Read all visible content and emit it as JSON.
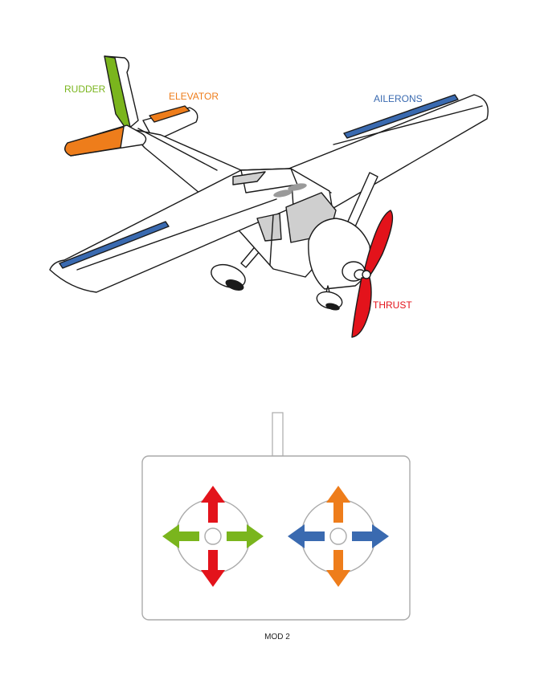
{
  "labels": {
    "rudder": "RUDDER",
    "elevator": "ELEVATOR",
    "ailerons": "AILERONS",
    "thrust": "THRUST"
  },
  "caption": "MOD 2",
  "colors": {
    "rudder": "#7ab51d",
    "elevator": "#ee7d1b",
    "ailerons": "#3a6ab0",
    "thrust": "#e3131b",
    "outline": "#1a1a1a",
    "cockpit": "#cfcfcf",
    "panel": "#9a9a9a"
  },
  "transmitter": {
    "left_stick": {
      "icon": "stick-cross-icon",
      "vertical": "thrust",
      "horizontal": "rudder"
    },
    "right_stick": {
      "icon": "stick-cross-icon",
      "vertical": "elevator",
      "horizontal": "ailerons"
    }
  }
}
